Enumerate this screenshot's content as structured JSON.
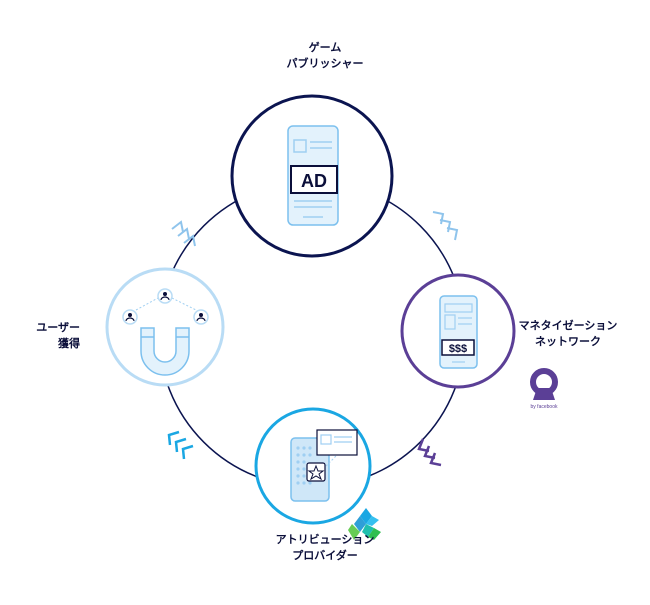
{
  "nodes": {
    "game_publisher": {
      "line1": "ゲーム",
      "line2": "パブリッシャー"
    },
    "monetization": {
      "line1": "マネタイゼーション",
      "line2": "ネットワーク"
    },
    "user_acquisition": {
      "line1": "ユーザー",
      "line2": "獲得"
    },
    "attribution": {
      "line1": "アトリビューション",
      "line2": "プロバイダー"
    }
  },
  "ad_text": "AD",
  "price_text": "$$$",
  "brand_caption": "by facebook",
  "colors": {
    "navy": "#0b1450",
    "purple": "#5b3f96",
    "lightblue": "#b9dcf5",
    "cyan": "#1aa7e3",
    "phone": "#7cc0ee"
  }
}
